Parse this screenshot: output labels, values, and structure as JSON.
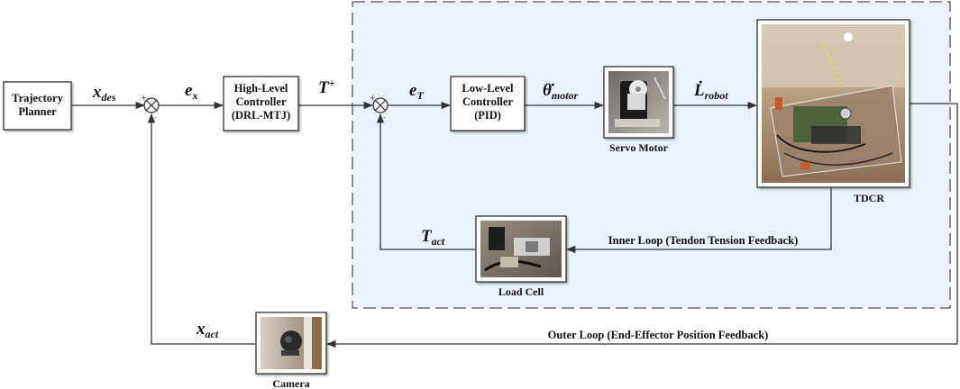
{
  "blocks": {
    "trajectory_planner": [
      "Trajectory",
      "Planner"
    ],
    "high_level_controller": [
      "High-Level",
      "Controller",
      "(DRL-MTJ)"
    ],
    "low_level_controller": [
      "Low-Level",
      "Controller",
      "(PID)"
    ]
  },
  "components": {
    "servo_motor": "Servo Motor",
    "tdcr": "TDCR",
    "load_cell": "Load Cell",
    "camera": "Camera"
  },
  "signals": {
    "x_des": {
      "base": "x",
      "sub": "des"
    },
    "e_x": {
      "base": "e",
      "sub": "x"
    },
    "t_plus": {
      "base": "T",
      "sup": "+"
    },
    "e_t": {
      "base": "e",
      "sub": "T"
    },
    "theta_motor": {
      "base": "θ̇",
      "sub": "motor"
    },
    "l_robot": {
      "base": "L̇",
      "sub": "robot"
    },
    "t_act": {
      "base": "T",
      "sub": "act"
    },
    "x_act": {
      "base": "x",
      "sub": "act"
    }
  },
  "loops": {
    "inner": "Inner Loop (Tendon Tension Feedback)",
    "outer": "Outer Loop (End-Effector Position Feedback)"
  },
  "summing_junction_signs": {
    "outer_in": "+",
    "outer_fb": "-",
    "inner_in": "+",
    "inner_fb": "-"
  },
  "colors": {
    "inner_region_fill": "#eaf3fb",
    "inner_region_border": "#555555",
    "line": "#333333"
  }
}
